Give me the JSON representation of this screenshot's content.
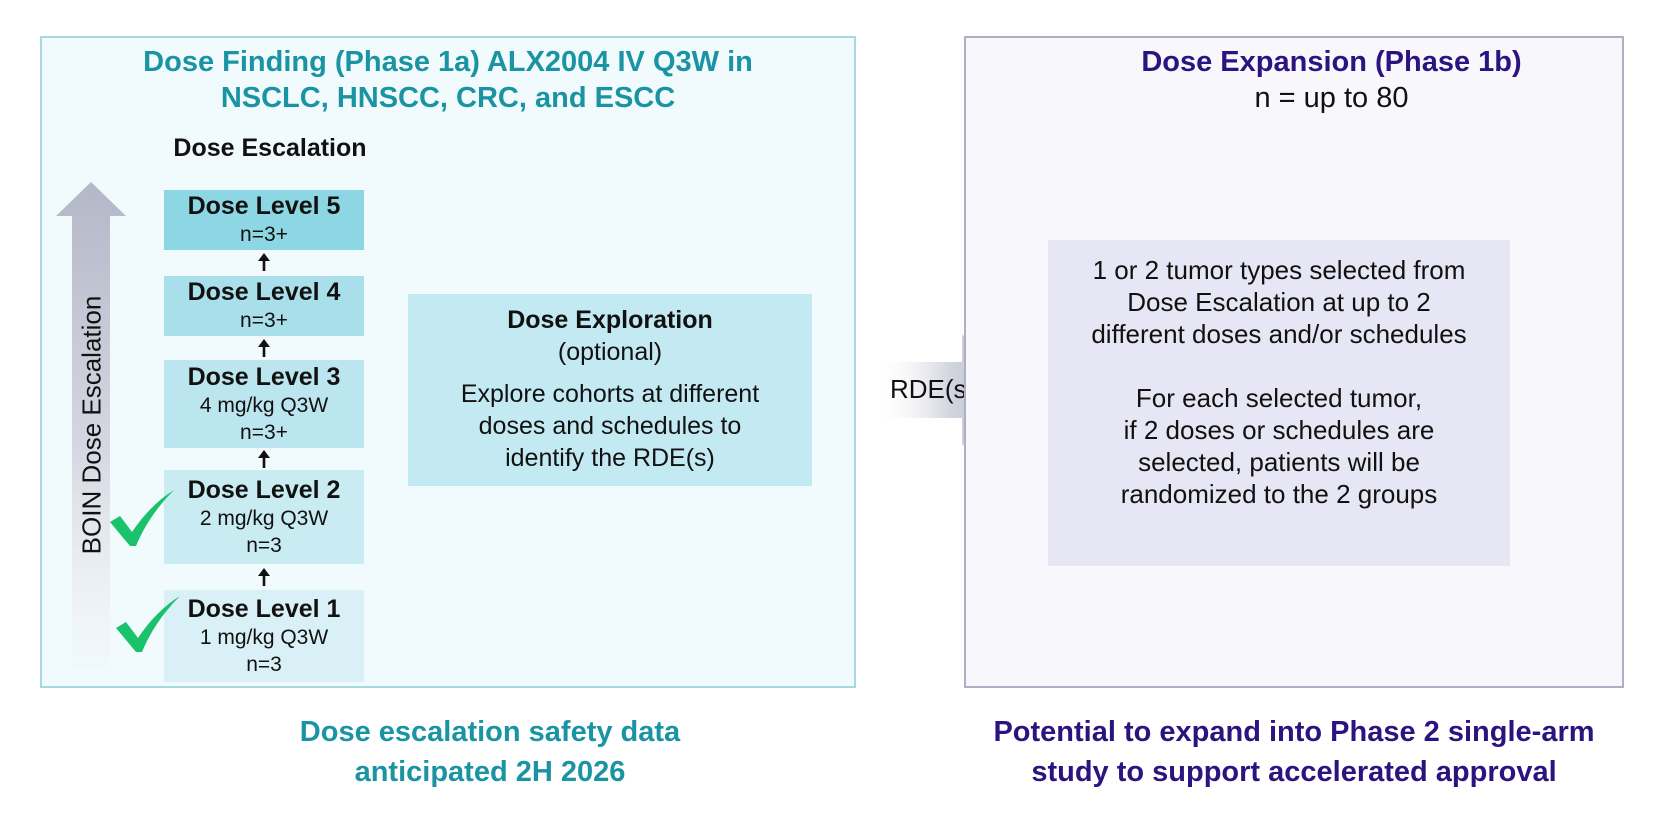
{
  "left_panel": {
    "title_line1": "Dose Finding (Phase 1a) ALX2004 IV Q3W in",
    "title_line2": "NSCLC, HNSCC, CRC, and ESCC",
    "escalation_heading": "Dose Escalation",
    "arrow_label": "BOIN Dose  Escalation",
    "dose_levels": [
      {
        "title": "Dose Level 1",
        "dose": "1 mg/kg Q3W",
        "n": "n=3",
        "completed": true
      },
      {
        "title": "Dose Level 2",
        "dose": "2 mg/kg Q3W",
        "n": "n=3",
        "completed": true
      },
      {
        "title": "Dose Level 3",
        "dose": "4 mg/kg Q3W",
        "n": "n=3+",
        "completed": false
      },
      {
        "title": "Dose Level 4",
        "dose": "",
        "n": "n=3+",
        "completed": false
      },
      {
        "title": "Dose Level 5",
        "dose": "",
        "n": "n=3+",
        "completed": false
      }
    ],
    "exploration": {
      "title": "Dose Exploration",
      "subtitle": "(optional)",
      "desc_line1": "Explore cohorts at different",
      "desc_line2": "doses and schedules to",
      "desc_line3": "identify the RDE(s)"
    },
    "footer_line1": "Dose escalation safety data",
    "footer_line2": "anticipated 2H 2026"
  },
  "connector": {
    "label": "RDE(s)"
  },
  "right_panel": {
    "title": "Dose Expansion (Phase 1b)",
    "subtitle": "n = up to 80",
    "expansion": {
      "p1_line1": "1 or 2 tumor types selected from",
      "p1_line2": "Dose Escalation at up to 2",
      "p1_line3": "different doses and/or schedules",
      "p2_line1": "For each selected tumor,",
      "p2_line2": "if 2 doses or schedules are",
      "p2_line3": "selected, patients will be",
      "p2_line4": "randomized to the 2 groups"
    },
    "footer_line1": "Potential to expand into Phase 2 single-arm",
    "footer_line2": "study to support accelerated approval"
  },
  "colors": {
    "phase1a_accent": "#1a93a3",
    "phase1b_accent": "#2b1380",
    "checkmark": "#19c26b"
  }
}
